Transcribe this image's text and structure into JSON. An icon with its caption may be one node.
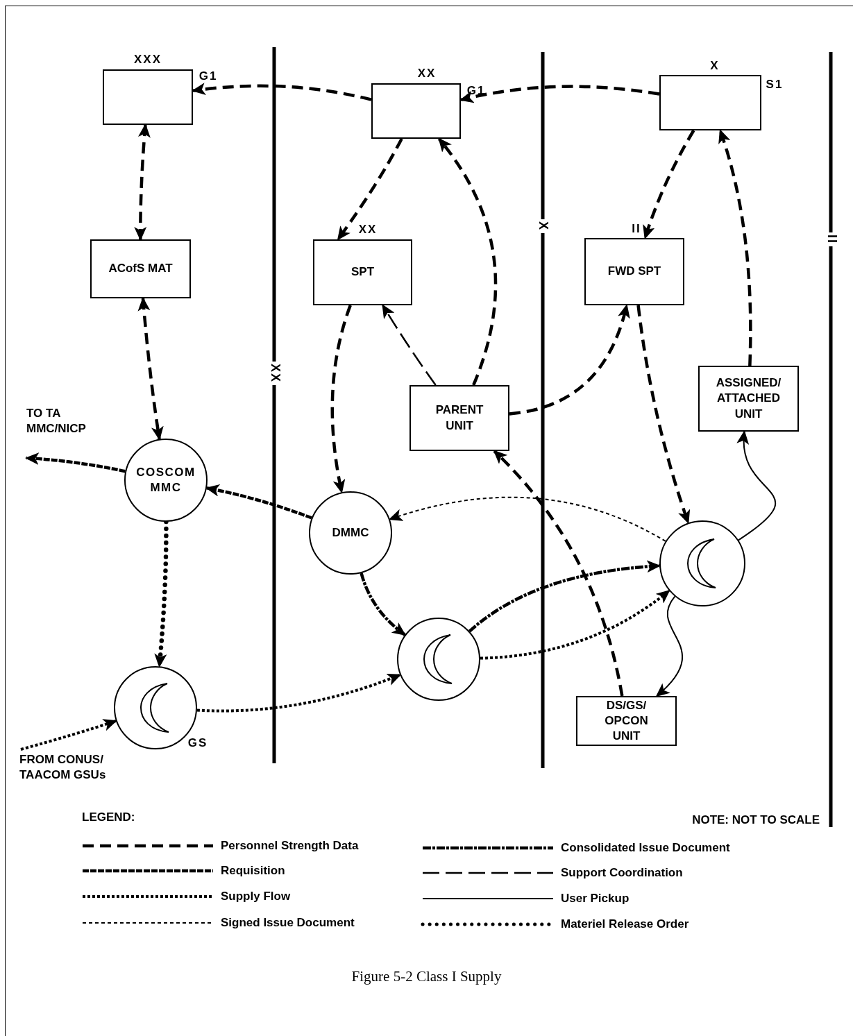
{
  "diagram": {
    "caption": "Figure 5-2 Class I Supply",
    "nodes": [
      {
        "text": [],
        "shape": "box",
        "beside": [
          "XXX",
          "G1"
        ]
      },
      {
        "text": [],
        "shape": "box",
        "beside": [
          "XX",
          "G1"
        ]
      },
      {
        "text": [],
        "shape": "box",
        "beside": [
          "X",
          "S1"
        ]
      },
      {
        "text": [
          "ACofS MAT"
        ]
      },
      {
        "text": [
          "SPT"
        ],
        "beside": [
          "XX"
        ]
      },
      {
        "text": [
          "FWD SPT"
        ],
        "beside": [
          "II"
        ]
      },
      {
        "text": [
          "PARENT UNIT"
        ]
      },
      {
        "text": [
          "ASSIGNED/ ATTACHED UNIT"
        ]
      },
      {
        "text": [
          "COSCOM MMC"
        ]
      },
      {
        "text": [
          "DMMC"
        ]
      },
      {
        "text": [],
        "shape": "circle"
      },
      {
        "text": [],
        "shape": "circle"
      },
      {
        "text": [],
        "shape": "circle",
        "beside": [
          "GS"
        ]
      },
      {
        "text": [
          "DS/GS/ OPCON UNIT"
        ]
      },
      {
        "text": [
          "TO TA MMC/NICP"
        ]
      },
      {
        "text": [
          "FROM CONUS/ TAACOM GSUs"
        ]
      }
    ],
    "edges": [
      {
        "from": 1,
        "to": 0,
        "arrow": "to",
        "style": "dashed"
      },
      {
        "from": 2,
        "to": 1,
        "arrow": "to",
        "style": "dashed"
      },
      {
        "from": 0,
        "to": 3,
        "arrow": "both",
        "style": "dashed"
      },
      {
        "from": 3,
        "to": 8,
        "arrow": "both",
        "style": "dashed"
      },
      {
        "from": 1,
        "to": 4,
        "arrow": "to",
        "style": "dashed"
      },
      {
        "from": 6,
        "to": 1,
        "arrow": "to",
        "style": "dashed"
      },
      {
        "from": 2,
        "to": 5,
        "arrow": "to",
        "style": "dashed"
      },
      {
        "from": 7,
        "to": 2,
        "arrow": "to",
        "style": "dashed"
      },
      {
        "from": 6,
        "to": 4,
        "arrow": "to",
        "style": "dashed"
      },
      {
        "from": 6,
        "to": 5,
        "arrow": "to",
        "style": "dashed"
      },
      {
        "from": 4,
        "to": 9,
        "arrow": "to",
        "style": "dashed"
      },
      {
        "from": 5,
        "to": 10,
        "arrow": "to",
        "style": "dashed"
      },
      {
        "from": 9,
        "to": 8,
        "arrow": "to",
        "style": "dashed"
      },
      {
        "from": 8,
        "to": 14,
        "arrow": "to",
        "style": "dashed"
      },
      {
        "from": 10,
        "to": 9,
        "arrow": "to",
        "style": "dashed"
      },
      {
        "from": 13,
        "to": 6,
        "arrow": "to",
        "style": "dashed"
      },
      {
        "from": 9,
        "to": 11,
        "arrow": "to",
        "style": "dashed"
      },
      {
        "from": 11,
        "to": 10,
        "arrow": "to",
        "style": "dashed"
      },
      {
        "from": 11,
        "to": 10,
        "arrow": "to",
        "style": "dashed"
      },
      {
        "from": 12,
        "to": 11,
        "arrow": "to",
        "style": "dashed"
      },
      {
        "from": 8,
        "to": 12,
        "arrow": "to",
        "style": "dashed"
      },
      {
        "from": 15,
        "to": 12,
        "arrow": "to",
        "style": "dashed"
      },
      {
        "from": 10,
        "to": 7,
        "arrow": "to"
      },
      {
        "from": 10,
        "to": 13,
        "arrow": "to"
      }
    ],
    "labels": [
      "XX",
      "X",
      "II",
      "LEGEND:",
      "NOTE:  NOT TO SCALE"
    ],
    "legend": [
      {
        "text": "Personnel Strength Data"
      },
      {
        "text": "Requisition"
      },
      {
        "text": "Supply Flow"
      },
      {
        "text": "Signed Issue Document"
      },
      {
        "text": "Consolidated Issue Document"
      },
      {
        "text": "Support Coordination"
      },
      {
        "text": "User Pickup"
      },
      {
        "text": "Materiel Release Order"
      }
    ]
  }
}
